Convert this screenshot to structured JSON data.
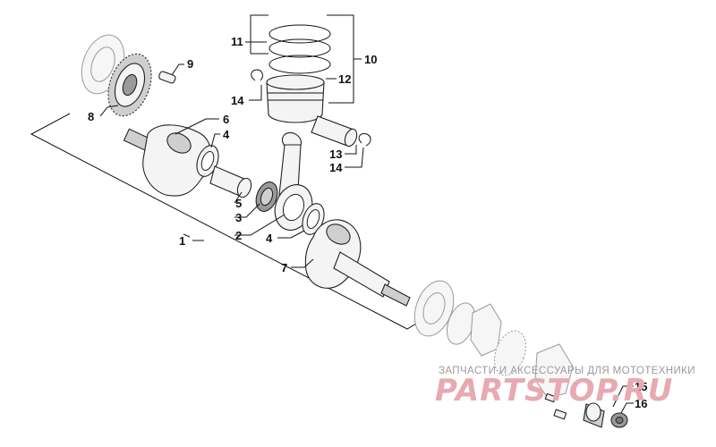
{
  "callouts": {
    "c1": "1",
    "c2": "2",
    "c3": "3",
    "c4a": "4",
    "c4b": "4",
    "c5": "5",
    "c6": "6",
    "c7": "7",
    "c8": "8",
    "c9": "9",
    "c10": "10",
    "c11": "11",
    "c12": "12",
    "c13": "13",
    "c14a": "14",
    "c14b": "14",
    "c15": "15",
    "c16": "16"
  },
  "watermark": {
    "tagline": "ЗАПЧАСТИ И АКСЕССУАРЫ ДЛЯ МОТОТЕХНИКИ",
    "brand": "PARTSTOP.RU"
  },
  "colors": {
    "ink": "#111111",
    "watermark_brand": "#e8a9b0",
    "watermark_text": "#9a9a9a"
  }
}
